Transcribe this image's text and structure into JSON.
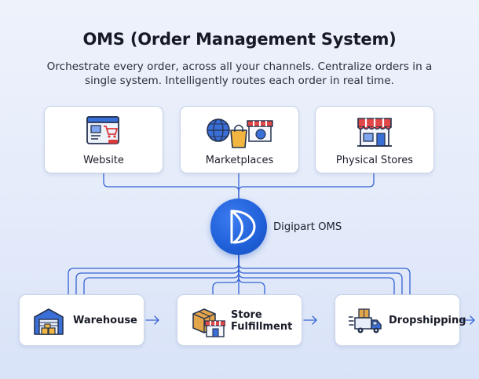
{
  "header": {
    "title": "OMS (Order Management System)",
    "subtitle": "Orchestrate every order, across all your channels. Centralize orders in a single system. Intelligently routes each order in real time."
  },
  "sources": [
    {
      "label": "Website",
      "icon": "website-cart-icon"
    },
    {
      "label": "Marketplaces",
      "icon": "globe-bag-store-icon"
    },
    {
      "label": "Physical Stores",
      "icon": "storefront-icon"
    }
  ],
  "hub": {
    "label": "Digipart OMS",
    "icon": "digipart-logo-icon"
  },
  "destinations": [
    {
      "label": "Warehouse",
      "icon": "warehouse-icon"
    },
    {
      "label": "Store Fulfillment",
      "label_line1": "Store",
      "label_line2": "Fulfillment",
      "icon": "box-store-icon"
    },
    {
      "label": "Dropshipping",
      "icon": "delivery-truck-icon"
    }
  ],
  "colors": {
    "connector": "#2f5fd0",
    "hub": "#1f5fd8",
    "card_border": "#c9d3e8",
    "background": "#e6ecfa"
  }
}
